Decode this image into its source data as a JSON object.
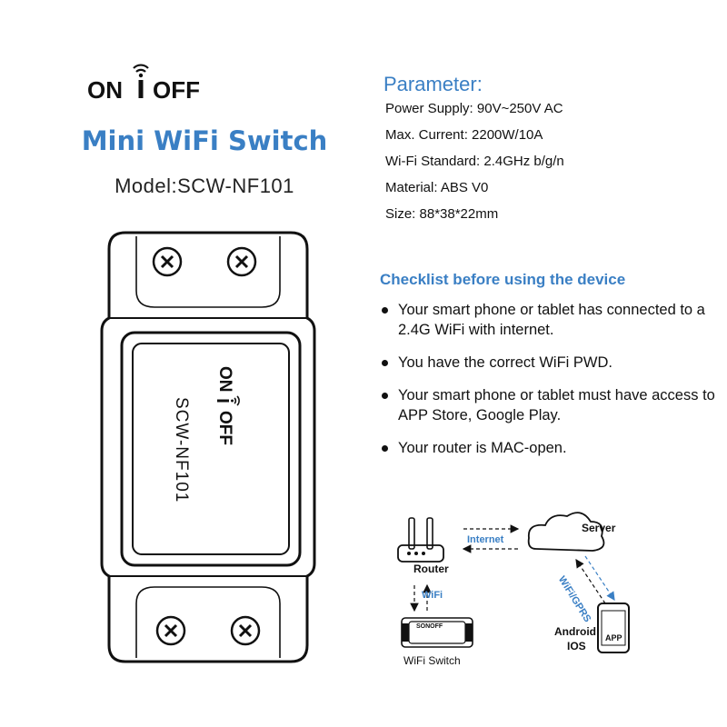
{
  "brand": {
    "on": "ON",
    "off": "OFF"
  },
  "product": {
    "title": "Mini WiFi Switch",
    "model": "Model:SCW-NF101"
  },
  "parameters": {
    "heading": "Parameter:",
    "items": [
      "Power Supply: 90V~250V AC",
      "Max. Current: 2200W/10A",
      "Wi-Fi Standard: 2.4GHz b/g/n",
      "Material: ABS V0",
      "Size: 88*38*22mm"
    ]
  },
  "checklist": {
    "heading": "Checklist before using the device",
    "items": [
      "Your smart phone or tablet has connected to a 2.4G WiFi with internet.",
      "You have the correct WiFi PWD.",
      "Your smart phone or tablet must have access to APP Store, Google Play.",
      "Your router is MAC-open."
    ]
  },
  "device": {
    "logo_on": "ON",
    "logo_off": "OFF",
    "model": "SCW-NF101"
  },
  "network": {
    "router": "Router",
    "server": "Server",
    "internet": "Internet",
    "wifi": "WiFi",
    "wifi_gprs": "WiFi/GPRS",
    "switch_label": "WiFi Switch",
    "switch_brand": "SONOFF",
    "phone_os_1": "Android",
    "phone_os_2": "IOS",
    "app": "APP"
  },
  "colors": {
    "accent": "#3a7fc4",
    "ink": "#111111"
  }
}
